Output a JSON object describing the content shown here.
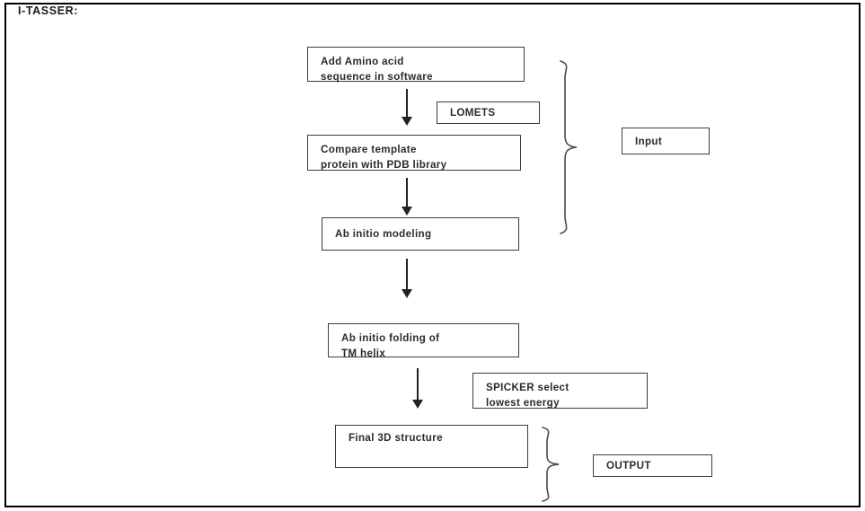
{
  "document": {
    "title": "I-TASSER:"
  },
  "flowchart": {
    "type": "flowchart",
    "orientation": "top-to-bottom",
    "nodes": [
      {
        "id": "add-sequence",
        "lines": [
          "Add Amino acid",
          "sequence  in software"
        ]
      },
      {
        "id": "lomets",
        "lines": [
          "LOMETS"
        ]
      },
      {
        "id": "compare-template",
        "lines": [
          "Compare template",
          "protein with  PDB library"
        ]
      },
      {
        "id": "ab-initio-modeling",
        "lines": [
          "Ab initio  modeling"
        ]
      },
      {
        "id": "ab-initio-folding",
        "lines": [
          "Ab initio  folding of",
          "TM helix"
        ]
      },
      {
        "id": "spicker",
        "lines": [
          "SPICKER  select",
          "lowest energy"
        ]
      },
      {
        "id": "final-structure",
        "lines": [
          "Final 3D structure"
        ]
      }
    ],
    "group_labels": [
      {
        "id": "input",
        "text": "Input"
      },
      {
        "id": "output",
        "text": "OUTPUT"
      }
    ]
  },
  "colors": {
    "background": "#ffffff",
    "frame": "#000000",
    "box_border": "#3c3c3c",
    "text": "#2b2b2b",
    "arrow": "#222222",
    "brace": "#4a4a4a"
  }
}
